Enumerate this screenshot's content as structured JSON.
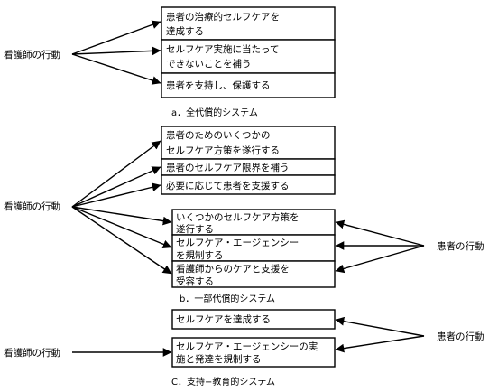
{
  "section_a": {
    "nurse_label": "看護師の行動",
    "box1_line1": "患者の治療的セルフケアを",
    "box1_line2": "達成する",
    "box2_line1": "セルフケア実施に当たって",
    "box2_line2": "できないことを補う",
    "box3_line1": "患者を支持し、保護する",
    "caption": "a．全代償的システム"
  },
  "section_b": {
    "nurse_label": "看護師の行動",
    "patient_label": "患者の行動",
    "upper1_line1": "患者のためのいくつかの",
    "upper1_line2": "セルフケア方策を遂行する",
    "upper2_line1": "患者のセルフケア限界を補う",
    "upper3_line1": "必要に応じて患者を支援する",
    "lower1_line1": "いくつかのセルフケア方策を",
    "lower1_line2": "遂行する",
    "lower2_line1": "セルフケア・エージェンシー",
    "lower2_line2": "を規制する",
    "lower3_line1": "看護師からのケアと支援を",
    "lower3_line2": "受容する",
    "caption": "b．一部代償的システム"
  },
  "section_c": {
    "nurse_label": "看護師の行動",
    "patient_label": "患者の行動",
    "box1_line1": "セルフケアを達成する",
    "box2_line1": "セルフケア・エージェンシーの実",
    "box2_line2": "施と発達を規制する",
    "caption": "C．支持−教育的システム"
  }
}
